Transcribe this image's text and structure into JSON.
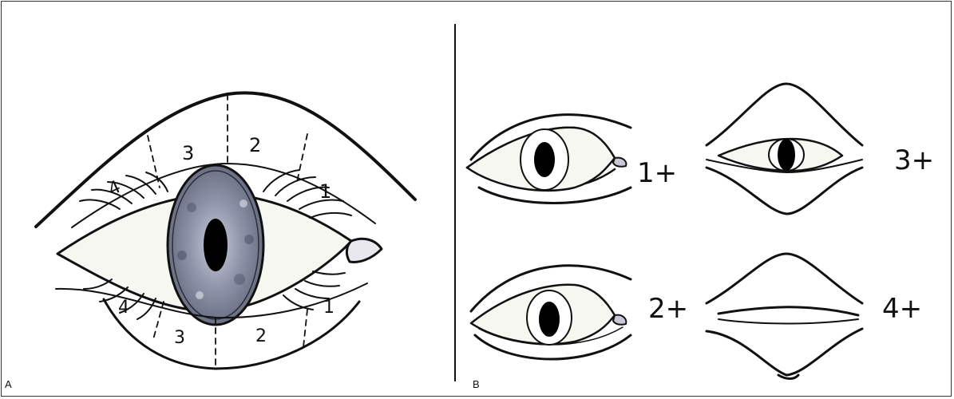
{
  "panels": {
    "a": {
      "label": "A",
      "upper_zones": [
        "4",
        "3",
        "2",
        "1"
      ],
      "lower_zones": [
        "4",
        "3",
        "2",
        "1"
      ]
    },
    "b": {
      "label": "B",
      "grades": [
        "1+",
        "2+",
        "3+",
        "4+"
      ]
    }
  },
  "colors": {
    "ink": "#111111",
    "eye_white": "#f7f7f2",
    "iris": "#8a8fa3",
    "pupil": "#000000",
    "caruncle": "#c9c7d6",
    "lid_tint": "#b7483a"
  }
}
